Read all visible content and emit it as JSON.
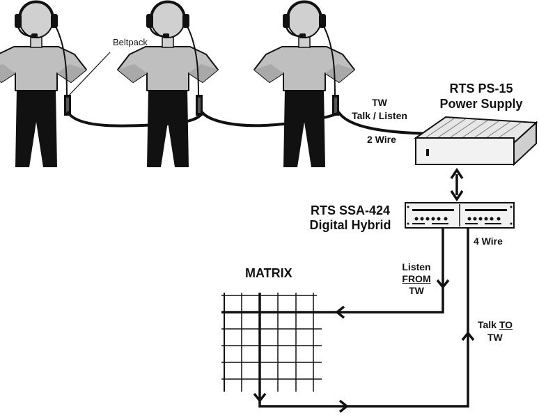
{
  "labels": {
    "beltpack": "Beltpack",
    "tw": "TW",
    "talk_listen": "Talk / Listen",
    "two_wire": "2 Wire",
    "ps15_line1": "RTS PS-15",
    "ps15_line2": "Power Supply",
    "ssa_line1": "RTS SSA-424",
    "ssa_line2": "Digital Hybrid",
    "four_wire": "4 Wire",
    "matrix": "MATRIX",
    "listen": "Listen",
    "from": "FROM",
    "listen_tw": "TW",
    "talk": "Talk",
    "to": "TO",
    "talk_tw": "TW"
  },
  "colors": {
    "ink": "#111111",
    "torso": "#bfbfbf",
    "head": "#d0d0d0",
    "panel": "#f2f2f2"
  }
}
